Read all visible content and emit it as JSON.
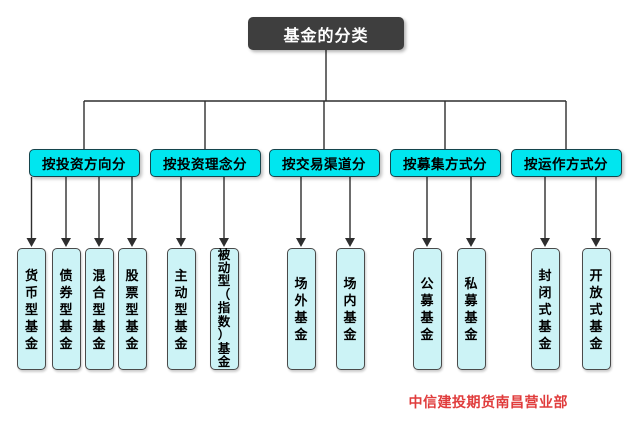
{
  "title": "基金的分类",
  "watermark": "中信建投期货南昌营业部",
  "colors": {
    "root_bg": "#3e3e3e",
    "category_bg": "#00e6ef",
    "category_border": "#15454d",
    "leaf_bg": "#ccf3f6",
    "leaf_border": "#4a4a4a",
    "line": "#2e2e2e",
    "watermark_red": "#e03c3c"
  },
  "tree": {
    "groups": [
      {
        "label": "按投资方向分",
        "leaves": [
          "货币型基金",
          "债券型基金",
          "混合型基金",
          "股票型基金"
        ]
      },
      {
        "label": "按投资理念分",
        "leaves": [
          "主动型基金",
          "被动型（指数）基金"
        ]
      },
      {
        "label": "按交易渠道分",
        "leaves": [
          "场外基金",
          "场内基金"
        ]
      },
      {
        "label": "按募集方式分",
        "leaves": [
          "公募基金",
          "私募基金"
        ]
      },
      {
        "label": "按运作方式分",
        "leaves": [
          "封闭式基金",
          "开放式基金"
        ]
      }
    ]
  }
}
